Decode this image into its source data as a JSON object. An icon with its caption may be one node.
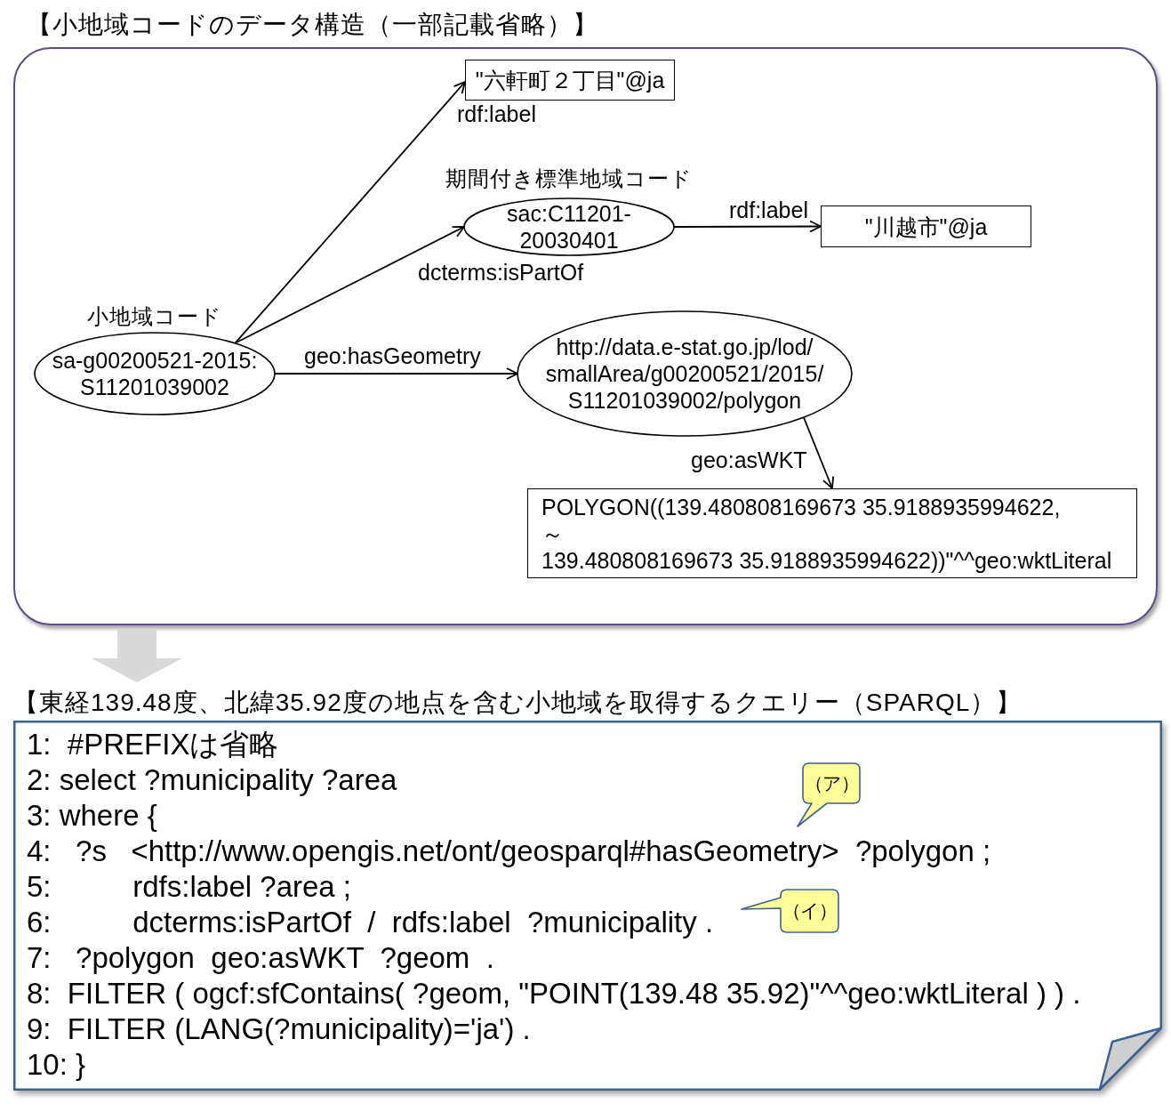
{
  "diagram": {
    "nodes": [
      {
        "text": [
          "【小地域コードのデータ構造（一部記載省略）】"
        ]
      },
      {
        "text": [
          "\"六軒町２丁目\"@ja"
        ],
        "in": 0
      },
      {
        "text": [
          "sac:C11201- 20030401"
        ],
        "beside": [
          "期間付き標準地域コード"
        ],
        "in": 0
      },
      {
        "text": [
          "\"川越市\"@ja"
        ],
        "in": 0
      },
      {
        "text": [
          "sa-g00200521-2015: S11201039002"
        ],
        "beside": [
          "小地域コード"
        ],
        "in": 0
      },
      {
        "text": [
          "http://data.e-stat.go.jp/lod/ smallArea/g00200521/2015/ S11201039002/polygon"
        ],
        "in": 0
      },
      {
        "text": [
          "POLYGON((139.480808169673 35.9188935994622,",
          "～",
          "139.480808169673 35.9188935994622))\"^^geo:wktLiteral"
        ],
        "in": 0
      },
      {
        "text": [
          "【東経139.48度、北緯35.92度の地点を含む小地域を取得するクエリー（SPARQL）】",
          "1:  #PREFIXは省略",
          "2: select ?municipality ?area",
          "3: where {",
          "4:   ?s   <http://www.opengis.net/ont/geosparql#hasGeometry>  ?polygon ;",
          "5:          rdfs:label ?area ;",
          "6:          dcterms:isPartOf  /  rdfs:label  ?municipality .",
          "7:   ?polygon  geo:asWKT  ?geom  .",
          "8:  FILTER ( ogcf:sfContains( ?geom, \"POINT(139.48 35.92)\"^^geo:wktLiteral ) ) .",
          "9:  FILTER (LANG(?municipality)='ja') .",
          "10: }"
        ]
      },
      {
        "text": [
          "（ア）"
        ],
        "in": 7
      },
      {
        "text": [
          "（イ）"
        ],
        "in": 7
      }
    ],
    "edges": [
      {
        "from": 4,
        "to": 1,
        "arrow": "to",
        "label": "rdf:label"
      },
      {
        "from": 4,
        "to": 2,
        "arrow": "to",
        "label": "dcterms:isPartOf"
      },
      {
        "from": 2,
        "to": 3,
        "arrow": "to",
        "label": "rdf:label"
      },
      {
        "from": 4,
        "to": 5,
        "arrow": "to",
        "label": "geo:hasGeometry"
      },
      {
        "from": 5,
        "to": 6,
        "arrow": "to",
        "label": "geo:asWKT"
      },
      {
        "from": 0,
        "to": 7,
        "arrow": "to",
        "style": "thick",
        "color": "#d9d9d9"
      }
    ]
  }
}
